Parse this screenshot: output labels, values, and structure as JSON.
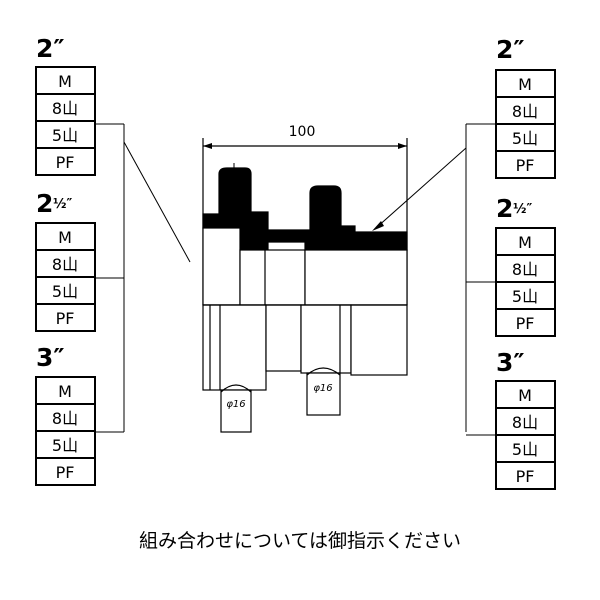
{
  "left_groups": [
    {
      "size": "2″",
      "size_whole": "",
      "size_fraction": "",
      "options": [
        "M",
        "8山",
        "5山",
        "PF"
      ]
    },
    {
      "size": "",
      "size_whole": "2",
      "size_fraction": "½″",
      "options": [
        "M",
        "8山",
        "5山",
        "PF"
      ]
    },
    {
      "size": "3″",
      "size_whole": "",
      "size_fraction": "",
      "options": [
        "M",
        "8山",
        "5山",
        "PF"
      ]
    }
  ],
  "right_groups": [
    {
      "size": "2″",
      "size_whole": "",
      "size_fraction": "",
      "options": [
        "M",
        "8山",
        "5山",
        "PF"
      ]
    },
    {
      "size": "",
      "size_whole": "2",
      "size_fraction": "½″",
      "options": [
        "M",
        "8山",
        "5山",
        "PF"
      ]
    },
    {
      "size": "3″",
      "size_whole": "",
      "size_fraction": "",
      "options": [
        "M",
        "8山",
        "5山",
        "PF"
      ]
    }
  ],
  "dimension_width": "100",
  "diameter_left": "φ16",
  "diameter_right": "φ16",
  "caption": "組み合わせについては御指示ください"
}
